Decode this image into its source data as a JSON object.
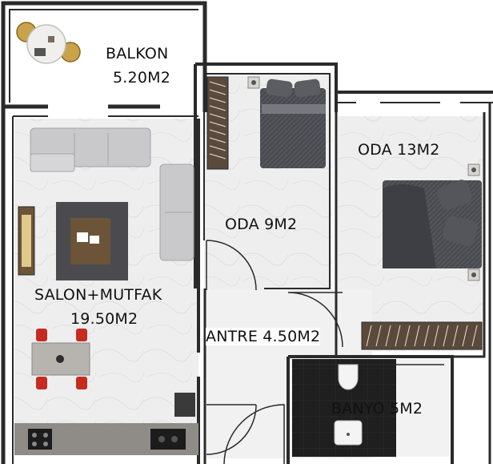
{
  "rooms": {
    "balkon": {
      "name": "BALKON",
      "area": "5.20M2"
    },
    "oda9": {
      "label": "ODA 9M2"
    },
    "oda13": {
      "label": "ODA 13M2"
    },
    "salon": {
      "name": "SALON+MUTFAK",
      "area": "19.50M2"
    },
    "antre": {
      "label": "ANTRE 4.50M2"
    },
    "banyo": {
      "label": "BANYO 5M2"
    }
  },
  "colors": {
    "wall": "#2a2a2a",
    "floor": "#ececec",
    "dark_floor": "#1e1e1e",
    "bed": "#4a4b50",
    "sofa": "#c9c9cb",
    "rug": "#4b4b4f",
    "counter": "#8f8c88",
    "chair_red": "#c62b22",
    "table_gold": "#c9a24a",
    "wardrobe": "#55524e"
  }
}
